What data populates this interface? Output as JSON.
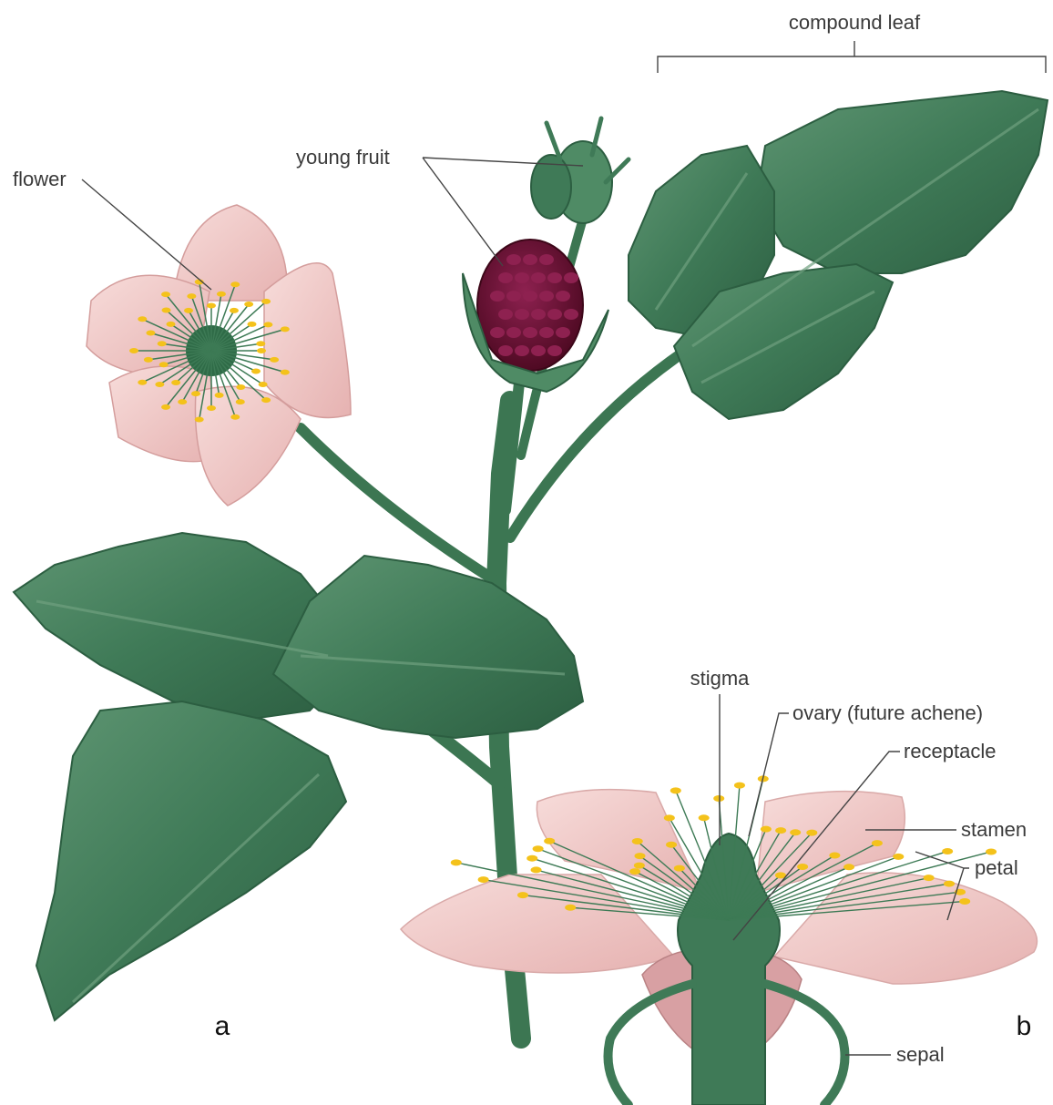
{
  "labels": {
    "compound_leaf": "compound leaf",
    "young_fruit": "young fruit",
    "flower": "flower",
    "stigma": "stigma",
    "ovary": "ovary (future achene)",
    "receptacle": "receptacle",
    "stamen": "stamen",
    "petal": "petal",
    "sepal": "sepal"
  },
  "panels": {
    "a": "a",
    "b": "b"
  },
  "colors": {
    "leaf": "#3f7a57",
    "leaf_dark": "#2c5e41",
    "leaf_light": "#6fa07f",
    "stem": "#3c7652",
    "petal": "#f2cfcc",
    "petal_shade": "#e0a9a8",
    "anther": "#f4c21b",
    "fruit": "#6e1234",
    "fruit_drupelet": "#8e2150"
  }
}
